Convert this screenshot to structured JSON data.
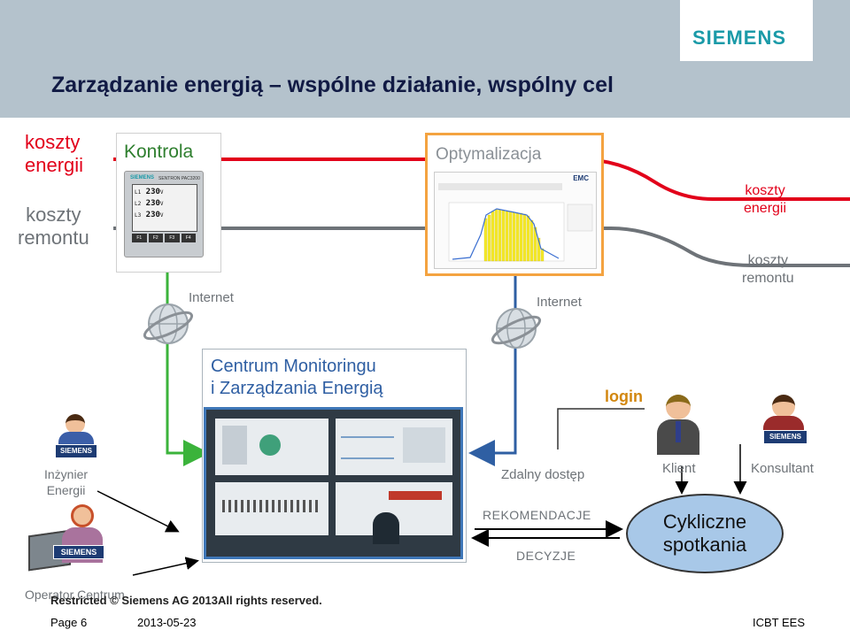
{
  "header": {
    "title": "Zarządzanie energią – wspólne działanie, wspólny cel",
    "logo": "SIEMENS",
    "background": "#b4c2cc"
  },
  "left_labels": {
    "energy_cost": "koszty\nenergii",
    "repair_cost": "koszty\nremontu"
  },
  "right_labels": {
    "energy_cost": "koszty\nenergii",
    "repair_cost": "koszty\nremontu"
  },
  "kontrola": {
    "label": "Kontrola",
    "meter": {
      "brand": "SIEMENS",
      "model": "SENTRON PAC3200",
      "rows": [
        {
          "line": "L1",
          "value": "230",
          "unit": "V"
        },
        {
          "line": "L2",
          "value": "230",
          "unit": "V"
        },
        {
          "line": "L3",
          "value": "230",
          "unit": "V"
        }
      ],
      "buttons": [
        "F1",
        "F2",
        "F3",
        "F4"
      ]
    }
  },
  "optymalizacja": {
    "label": "Optymalizacja",
    "report_title": "EMC"
  },
  "network": {
    "internet_left": "Internet",
    "internet_right": "Internet",
    "login": "login"
  },
  "centrum": {
    "title": "Centrum Monitoringu\ni Zarządzania Energią"
  },
  "people": {
    "engineer": "Inżynier\nEnergii",
    "operator": "Operator Centrum",
    "client": "Klient",
    "consultant": "Konsultant",
    "badge": "SIEMENS"
  },
  "flow": {
    "remote_access": "Zdalny dostęp",
    "recommendations": "REKOMENDACJE",
    "decisions": "DECYZJE",
    "meetings": "Cykliczne\nspotkania"
  },
  "footer": {
    "restricted": "Restricted © Siemens AG 2013All rights reserved.",
    "page": "Page 6",
    "date": "2013-05-23",
    "dept": "ICBT EES"
  },
  "colors": {
    "red_line": "#e2001a",
    "gray_line": "#6e7378",
    "green_line": "#3bb33b",
    "blue_line": "#2f5fa3",
    "orange_frame": "#f4a340",
    "meeting_fill": "#a8c8e8"
  }
}
